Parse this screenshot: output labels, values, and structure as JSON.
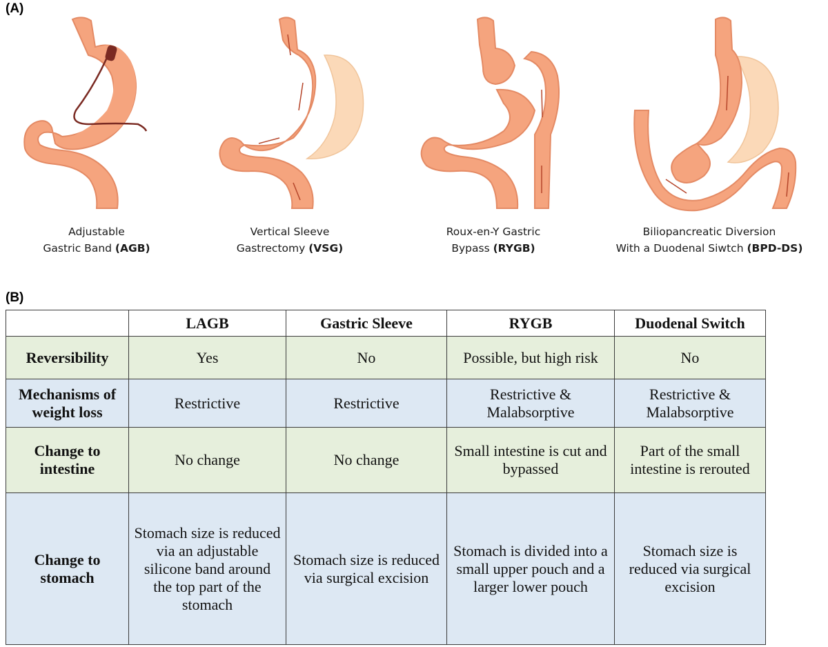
{
  "panel_a_label": "(A)",
  "panel_b_label": "(B)",
  "procedures": [
    {
      "line1": "Adjustable",
      "line2_prefix": "Gastric Band ",
      "line2_bold": "(AGB)",
      "icon": "gastric-band-icon"
    },
    {
      "line1": "Vertical Sleeve",
      "line2_prefix": "Gastrectomy ",
      "line2_bold": "(VSG)",
      "icon": "sleeve-gastrectomy-icon"
    },
    {
      "line1": "Roux-en-Y Gastric",
      "line2_prefix": "Bypass ",
      "line2_bold": "(RYGB)",
      "icon": "gastric-bypass-icon"
    },
    {
      "line1": "Biliopancreatic Diversion",
      "line2_prefix": "With a Duodenal Siwtch ",
      "line2_bold": "(BPD-DS)",
      "icon": "duodenal-switch-icon"
    }
  ],
  "colors": {
    "organ": "#f5a47e",
    "organ_outline": "#e48a64",
    "removed_part": "#fbd9b8",
    "band": "#7a2a22",
    "arrow": "#b5452a",
    "row_green": "#e6efdc",
    "row_blue": "#dde8f3"
  },
  "table": {
    "headers": [
      "",
      "LAGB",
      "Gastric Sleeve",
      "RYGB",
      "Duodenal Switch"
    ],
    "rows": [
      {
        "label": "Reversibility",
        "cells": [
          "Yes",
          "No",
          "Possible, but high risk",
          "No"
        ]
      },
      {
        "label": "Mechanisms of weight loss",
        "cells": [
          "Restrictive",
          "Restrictive",
          "Restrictive & Malabsorptive",
          "Restrictive & Malabsorptive"
        ]
      },
      {
        "label": "Change to intestine",
        "cells": [
          "No change",
          "No change",
          "Small intestine is cut and bypassed",
          "Part of the small intestine is rerouted"
        ]
      },
      {
        "label": "Change to stomach",
        "cells": [
          "Stomach size is reduced via an adjustable silicone band around the top part of the stomach",
          "Stomach size is reduced via surgical excision",
          "Stomach is divided into a small upper pouch and a larger lower pouch",
          "Stomach size is reduced via surgical excision"
        ]
      }
    ]
  }
}
